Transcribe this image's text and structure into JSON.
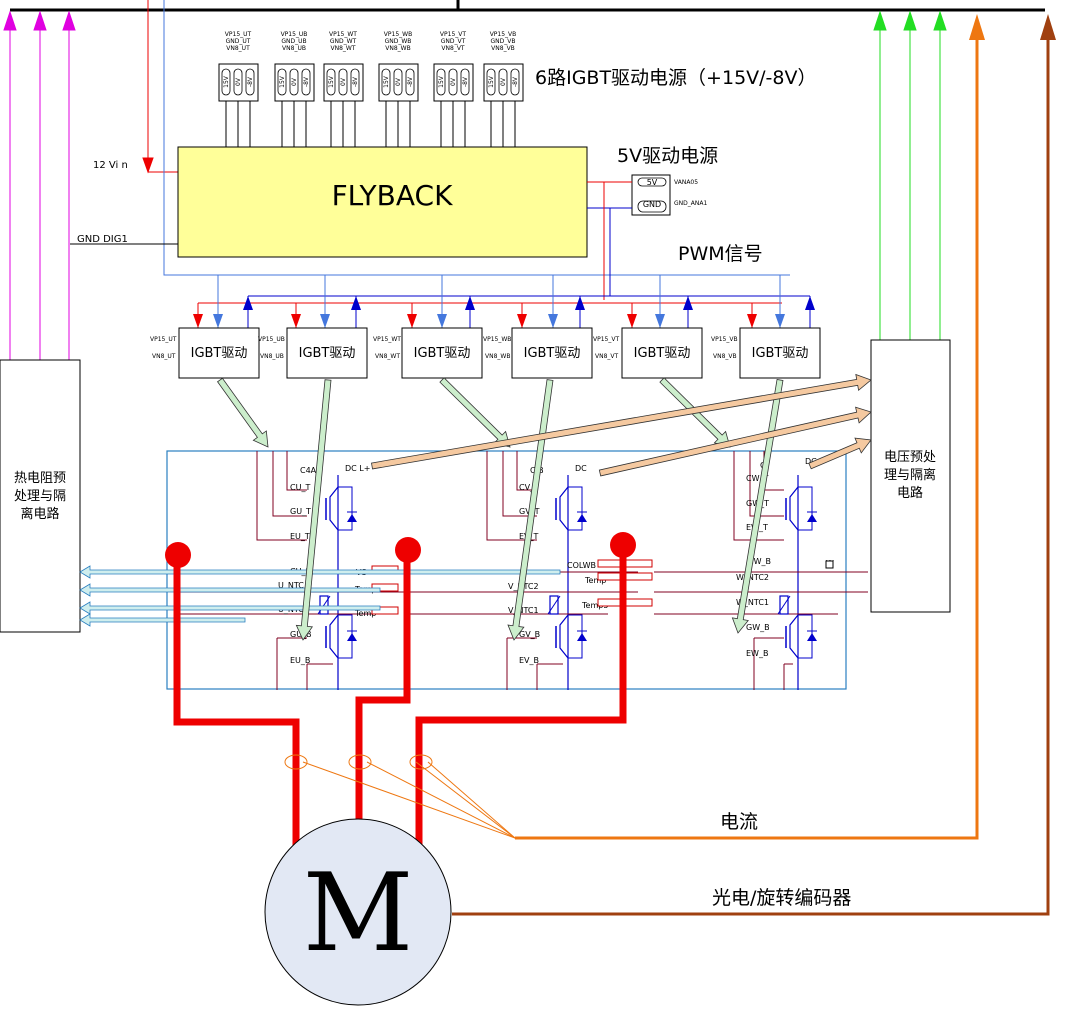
{
  "title_top": "6路IGBT驱动电源（+15V/-8V）",
  "flyback": "FLYBACK",
  "drive_5v_title": "5V驱动电源",
  "drive_5v_pins": [
    "5V",
    "GND"
  ],
  "drive_5v_labels": [
    "VANA05",
    "GND_ANA1"
  ],
  "pwm_label": "PWM信号",
  "vin_label": "12 Vi n",
  "gnd_label": "GND   DIG1",
  "connector_labels": [
    [
      "VP15_UT",
      "GND_UT",
      "VN8_UT"
    ],
    [
      "VP15_UB",
      "GND_UB",
      "VN8_UB"
    ],
    [
      "VP15_WT",
      "GND_WT",
      "VN8_WT"
    ],
    [
      "VP15_WB",
      "GND_WB",
      "VN8_WB"
    ],
    [
      "VP15_VT",
      "GND_VT",
      "VN8_VT"
    ],
    [
      "VP15_VB",
      "GND_VB",
      "VN8_VB"
    ]
  ],
  "connector_pin_text": [
    "15V",
    "0V",
    "-8V"
  ],
  "igbt_drivers": [
    {
      "label": "IGBT驱动",
      "pin_top": "VP15_UT",
      "pin_bot": "VN8_UT"
    },
    {
      "label": "IGBT驱动",
      "pin_top": "VP15_UB",
      "pin_bot": "VN8_UB"
    },
    {
      "label": "IGBT驱动",
      "pin_top": "VP15_WT",
      "pin_bot": "VN8_WT"
    },
    {
      "label": "IGBT驱动",
      "pin_top": "VP15_WB",
      "pin_bot": "VN8_WB"
    },
    {
      "label": "IGBT驱动",
      "pin_top": "VP15_VT",
      "pin_bot": "VN8_VT"
    },
    {
      "label": "IGBT驱动",
      "pin_top": "VP15_VB",
      "pin_bot": "VN8_VB"
    }
  ],
  "thermistor_box": [
    "热电阻预",
    "处理与隔",
    "离电路"
  ],
  "voltage_box": [
    "电压预处",
    "理与隔离",
    "电路"
  ],
  "motor": "M",
  "current_label": "电流",
  "encoder_label": "光电/旋转编码器",
  "module_pins": {
    "u": [
      "C4A",
      "CU_T",
      "GU_T",
      "EU_T",
      "CU_B",
      "U_NTC",
      "U_NTC",
      "GU_B",
      "EU_B",
      "DC L+",
      "VS",
      "Temp",
      "Temp"
    ],
    "v": [
      "C B",
      "CV_T",
      "GV_T",
      "EV_T",
      "COLWB",
      "V_NTC2",
      "V_NTC1",
      "GV_B",
      "EV_B",
      "DC",
      "Temp",
      "Temp5"
    ],
    "w": [
      "C",
      "CW_T",
      "GW_T",
      "EW_T",
      "CW_B",
      "W_NTC2",
      "W_NTC1",
      "GW_B",
      "EW_B",
      "DC",
      "W"
    ]
  },
  "colors": {
    "magenta": "#e000e0",
    "green_bright": "#22dd22",
    "orange": "#ee7711",
    "brown": "#a04010",
    "red_power": "#ee0000",
    "flyback_fill": "#ffff99",
    "pwm_blue": "#0000cc",
    "wire_blue": "#4477dd",
    "module_frame": "#2a7fc0",
    "driver_arrow_fill": "#cceecc",
    "voltage_arrow_fill": "#f5c9a0",
    "motor_fill": "#e2e8f4"
  }
}
